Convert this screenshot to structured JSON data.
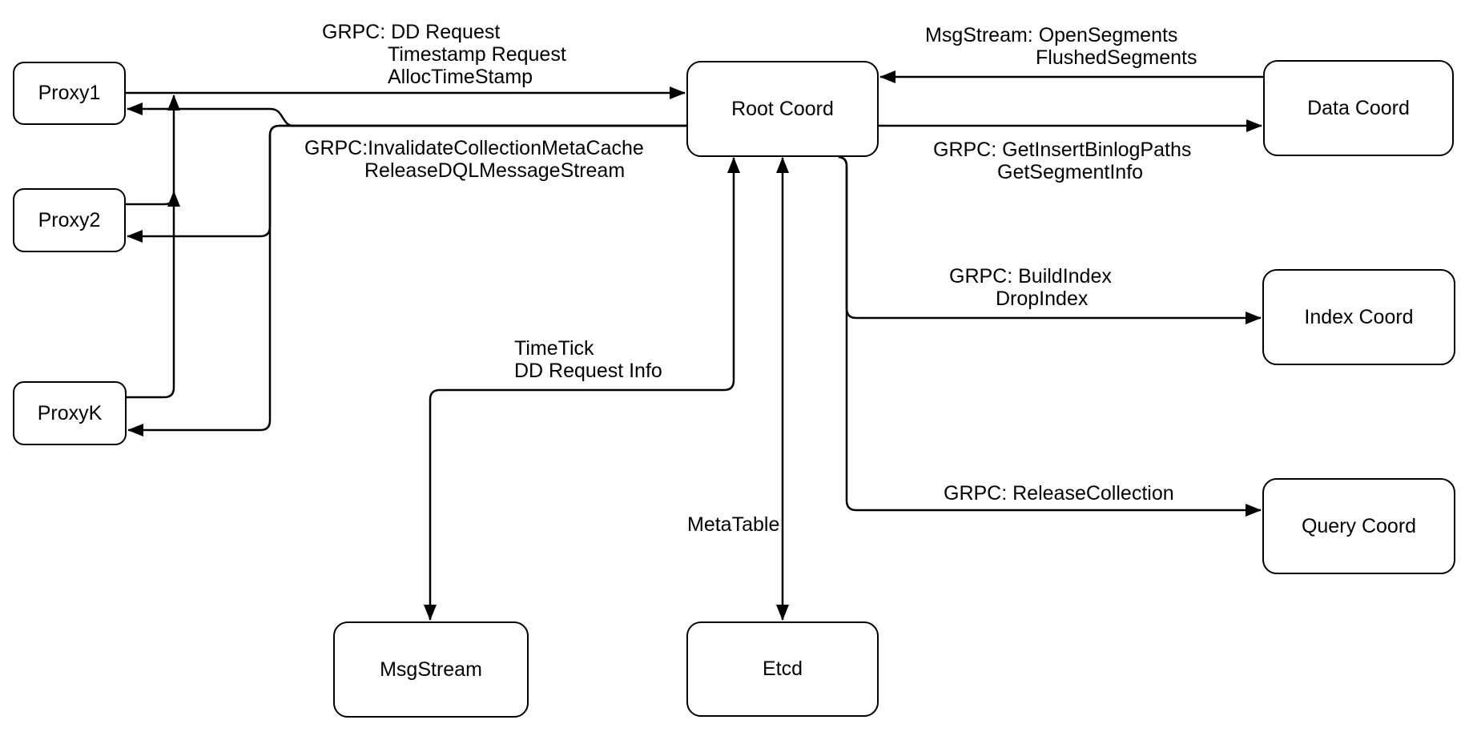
{
  "diagram": {
    "background_color": "#ffffff",
    "line_color": "#000000",
    "nodes": [
      {
        "id": "proxy1",
        "label": "Proxy1"
      },
      {
        "id": "proxy2",
        "label": "Proxy2"
      },
      {
        "id": "proxyk",
        "label": "ProxyK"
      },
      {
        "id": "root_coord",
        "label": "Root Coord"
      },
      {
        "id": "data_coord",
        "label": "Data Coord"
      },
      {
        "id": "index_coord",
        "label": "Index Coord"
      },
      {
        "id": "query_coord",
        "label": "Query Coord"
      },
      {
        "id": "msgstream",
        "label": "MsgStream"
      },
      {
        "id": "etcd",
        "label": "Etcd"
      }
    ],
    "edge_labels": {
      "proxy_to_root": {
        "line1": "GRPC: DD Request",
        "line2": "Timestamp Request",
        "line3": "AllocTimeStamp"
      },
      "root_to_proxy": {
        "line1": "GRPC:InvalidateCollectionMetaCache",
        "line2": "ReleaseDQLMessageStream"
      },
      "data_to_root": {
        "line1": "MsgStream: OpenSegments",
        "line2": "FlushedSegments"
      },
      "root_to_data": {
        "line1": "GRPC: GetInsertBinlogPaths",
        "line2": "GetSegmentInfo"
      },
      "root_to_index": {
        "line1": "GRPC: BuildIndex",
        "line2": "DropIndex"
      },
      "root_to_query": {
        "line1": "GRPC: ReleaseCollection"
      },
      "root_to_msgstream": {
        "line1": "TimeTick",
        "line2": "DD Request Info"
      },
      "root_to_etcd": {
        "line1": "MetaTable"
      }
    }
  }
}
